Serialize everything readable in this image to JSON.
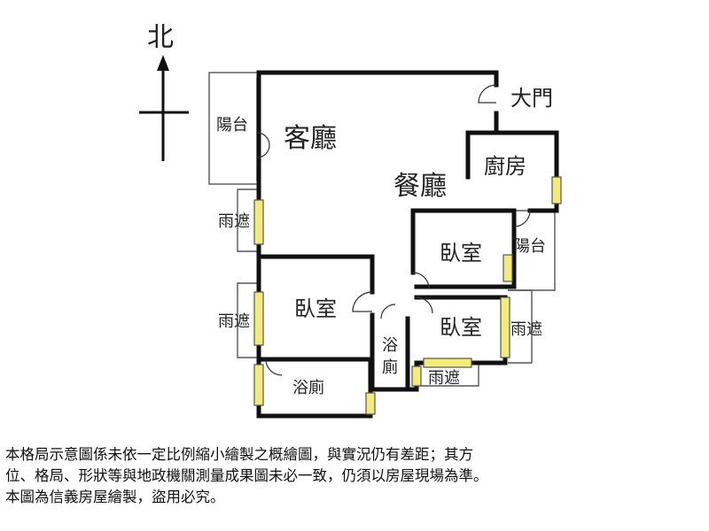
{
  "compass": {
    "north_label": "北"
  },
  "rooms": {
    "living_room": "客廳",
    "dining_room": "餐廳",
    "kitchen": "廚房",
    "main_door": "大門",
    "balcony_west": "陽台",
    "balcony_east": "陽台",
    "bedroom_master": "臥室",
    "bedroom_north": "臥室",
    "bedroom_south": "臥室",
    "bathroom_main": "浴廁",
    "bathroom_small_top": "浴",
    "bathroom_small_bottom": "廁",
    "canopy_west_top": "雨遮",
    "canopy_west_bottom": "雨遮",
    "canopy_east": "雨遮",
    "canopy_south": "雨遮"
  },
  "disclaimer": {
    "line1": "本格局示意圖係未依一定比例縮小繪製之概繪圖，與實況仍有差距；其方",
    "line2": "位、格局、形狀等與地政機關測量成果圖未必一致，仍須以房屋現場為準。",
    "line3": "本圖為信義房屋繪製，盜用必究。"
  },
  "colors": {
    "wall": "#111111",
    "window": "#f4ec7a",
    "background": "#ffffff"
  }
}
